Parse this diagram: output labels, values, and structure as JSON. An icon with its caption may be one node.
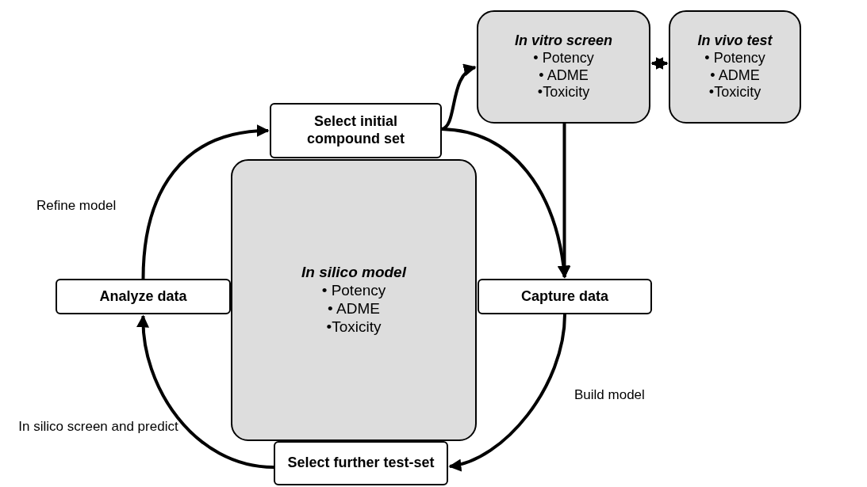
{
  "diagram": {
    "nodes": [
      {
        "text": [
          "Select initial compound set"
        ]
      },
      {
        "text": [
          "In vitro screen",
          "• Potency",
          "• ADME",
          "•Toxicity"
        ]
      },
      {
        "text": [
          "In vivo test",
          "• Potency",
          "• ADME",
          "•Toxicity"
        ]
      },
      {
        "text": [
          "In silico model",
          "• Potency",
          "• ADME",
          "•Toxicity"
        ]
      },
      {
        "text": [
          "Analyze data"
        ]
      },
      {
        "text": [
          "Capture data"
        ]
      },
      {
        "text": [
          "Select further test-set"
        ]
      }
    ],
    "edges": [
      {
        "from": 0,
        "to": 1,
        "arrow": "to"
      },
      {
        "from": 0,
        "to": 5,
        "arrow": "to"
      },
      {
        "from": 1,
        "to": 5,
        "arrow": "to"
      },
      {
        "from": 1,
        "to": 2,
        "arrow": "both"
      },
      {
        "from": 5,
        "to": 6,
        "arrow": "to"
      },
      {
        "from": 6,
        "to": 4,
        "arrow": "to"
      },
      {
        "from": 4,
        "to": 0,
        "arrow": "to"
      }
    ],
    "labels": [
      "Refine model",
      "In silico screen and predict",
      "Build model"
    ]
  }
}
